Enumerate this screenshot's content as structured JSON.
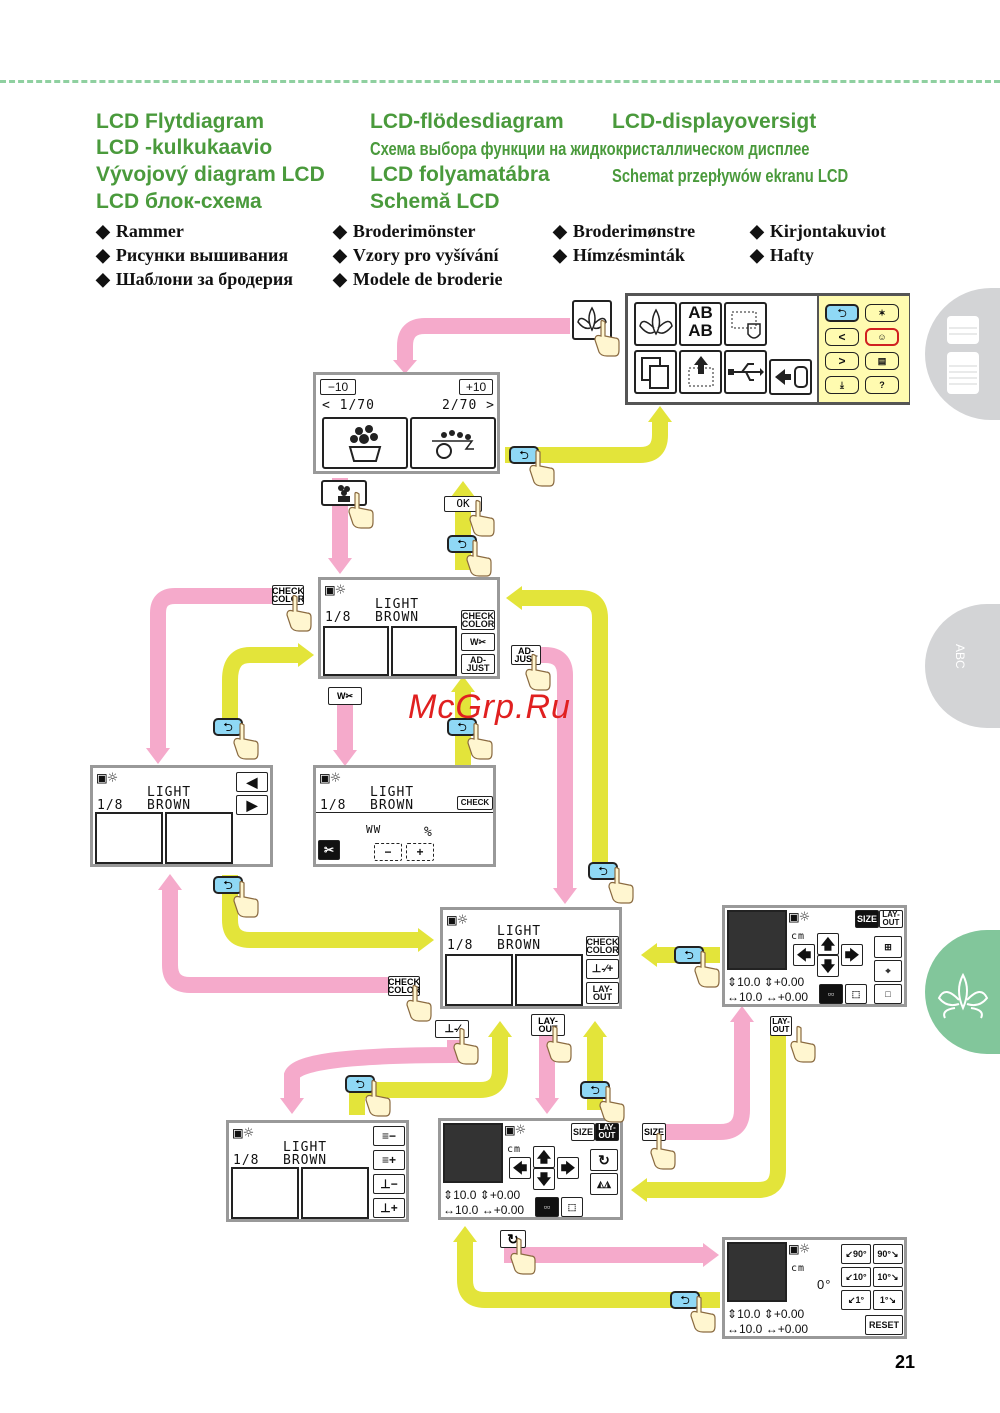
{
  "page": {
    "number": "21",
    "watermark": "McGrp.Ru"
  },
  "colors": {
    "heading": "#4a9a3c",
    "forward_arrow": "#f5aacb",
    "back_arrow": "#e3e43a",
    "tab_grey": "#d3d4d6",
    "tab_green": "#82c69b",
    "back_button": "#8fd8f5",
    "dashed_rule": "#8fd0a0"
  },
  "headings": [
    "LCD Flytdiagram",
    "LCD-flödesdiagram",
    "LCD-displayoversigt",
    "LCD -kulkukaavio",
    "Схема выбора функции на жидкокристаллическом дисплее",
    "Vývojový diagram LCD",
    "LCD folyamatábra",
    "Schemat przepływów ekranu LCD",
    "LCD блок-схема",
    "Schemă LCD"
  ],
  "bullets": [
    "Rammer",
    "Broderimönster",
    "Broderimønstre",
    "Kirjontakuviot",
    "Рисунки вышивания",
    "Vzory pro vyšívání",
    "Hímzésminták",
    "Hafty",
    "Шаблони за бродерия",
    "Modele de broderie"
  ],
  "side_tabs": [
    {
      "name": "threads",
      "icon": "spool-icon"
    },
    {
      "name": "utility-stitches",
      "icon": "abc-stitch-icon",
      "label": "ABC"
    },
    {
      "name": "embroidery",
      "icon": "embroidery-flower-icon",
      "active": true
    }
  ],
  "screens": {
    "home": {
      "tiles": [
        "embroidery-pattern",
        "AB\nAB",
        "frame",
        "memory",
        "pocket",
        "usb",
        "machine"
      ],
      "side": [
        "back",
        "stitch",
        "prev",
        "sewing",
        "next",
        "doc",
        "save",
        "help"
      ]
    },
    "pattern_list": {
      "minus": "−10",
      "plus": "+10",
      "page_left": "< 1/70",
      "page_right": "2/70 >"
    },
    "thread_info": {
      "count": "1/8",
      "color_line1": "LIGHT",
      "color_line2": "BROWN"
    },
    "buttons": {
      "check_color": "CHECK\nCOLOR",
      "adjust": "AD-\nJUST",
      "layout": "LAY-\nOUT",
      "size": "SIZE",
      "ok": "OK",
      "reset": "RESET",
      "density": "ꟾ-⁄+"
    },
    "trim": {
      "percent": "%",
      "minus": "−",
      "plus": "+"
    },
    "layout": {
      "unit": "cm",
      "height": "10.0",
      "width": "10.0",
      "v_offset": "+0.00",
      "h_offset": "+0.00"
    },
    "rotate": {
      "angle": "0°",
      "l90": "↙90°",
      "r90": "90°↘",
      "l10": "↙10°",
      "r10": "10°↘",
      "l1": "↙1°",
      "r1": "1°↘"
    }
  }
}
